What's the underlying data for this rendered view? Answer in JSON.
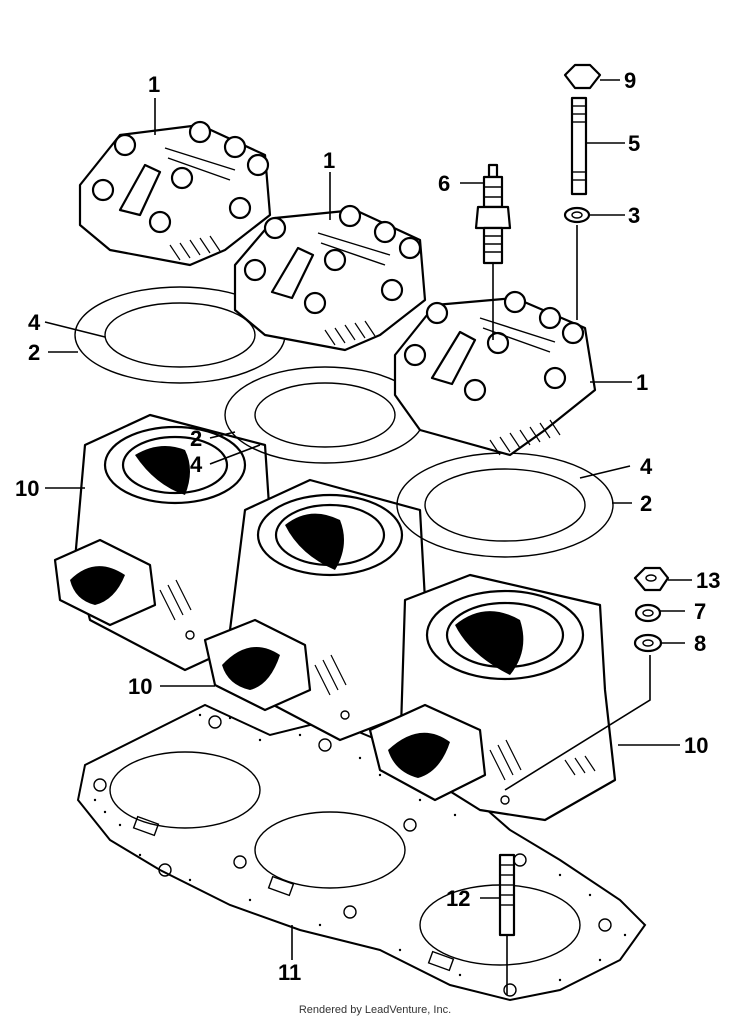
{
  "callouts": {
    "c1a": "1",
    "c1b": "1",
    "c1c": "1",
    "c2a": "2",
    "c2b": "2",
    "c2c": "2",
    "c3": "3",
    "c4a": "4",
    "c4b": "4",
    "c4c": "4",
    "c5": "5",
    "c6": "6",
    "c7": "7",
    "c8": "8",
    "c9": "9",
    "c10a": "10",
    "c10b": "10",
    "c10c": "10",
    "c11": "11",
    "c12": "12",
    "c13": "13"
  },
  "footer": "Rendered by LeadVenture, Inc."
}
